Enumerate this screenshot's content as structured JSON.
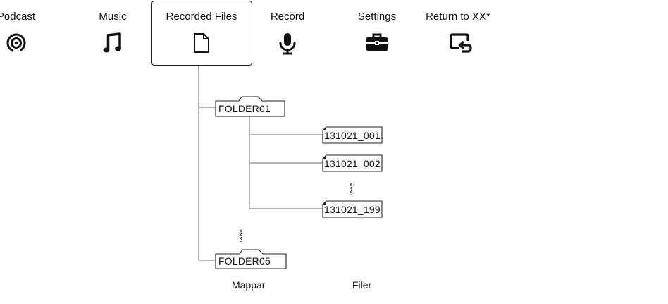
{
  "menu": {
    "items": [
      {
        "label": "Podcast",
        "icon": "podcast-icon"
      },
      {
        "label": "Music",
        "icon": "music-note-icon"
      },
      {
        "label": "Recorded Files",
        "icon": "file-icon",
        "selected": true
      },
      {
        "label": "Record",
        "icon": "microphone-icon"
      },
      {
        "label": "Settings",
        "icon": "toolbox-icon"
      },
      {
        "label": "Return to XX*",
        "icon": "return-icon"
      }
    ]
  },
  "tree": {
    "folders": [
      "FOLDER01",
      "FOLDER05"
    ],
    "files": [
      "131021_001",
      "131021_002",
      "131021_199"
    ],
    "ellipsis": "⸾"
  },
  "captions": {
    "folders": "Mappar",
    "files": "Filer"
  },
  "colors": {
    "line": "#b3b3b3",
    "border": "#222222"
  }
}
